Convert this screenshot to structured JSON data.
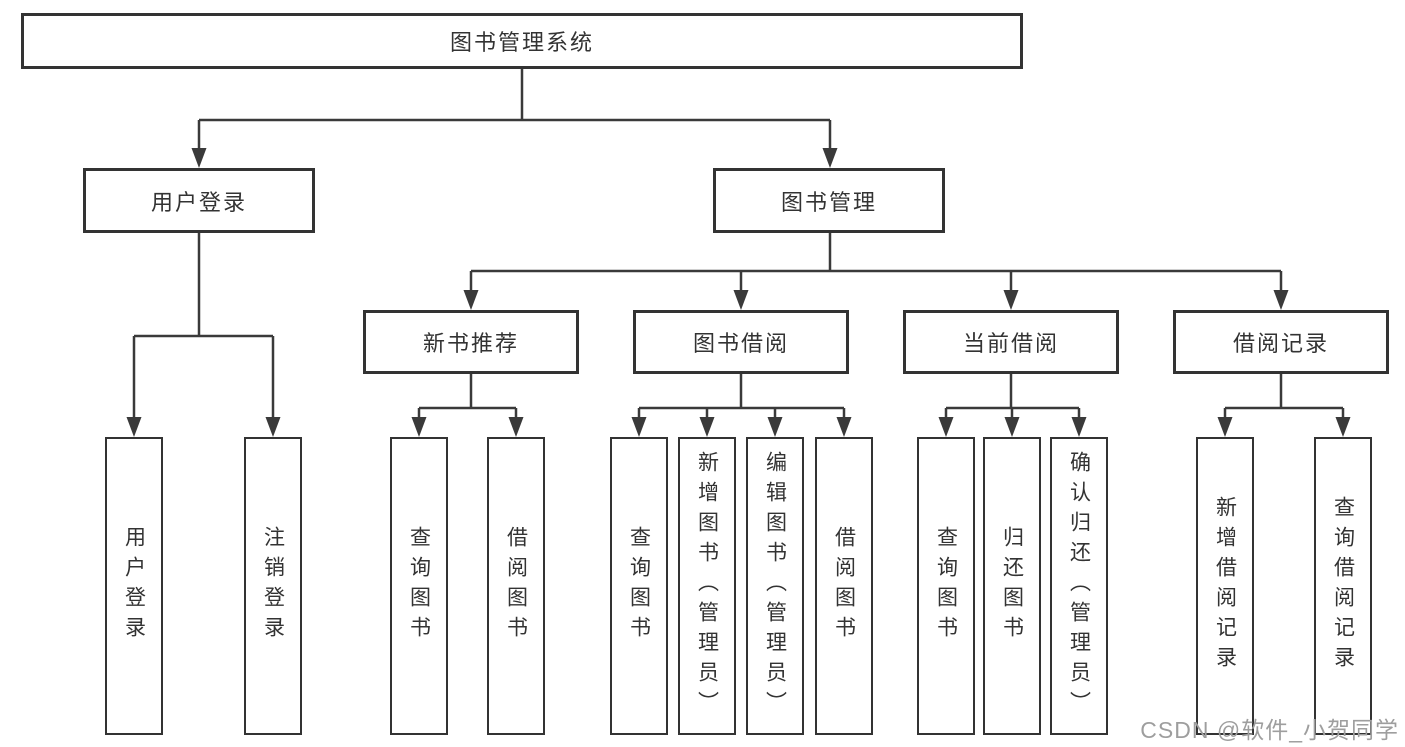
{
  "colors": {
    "background": "#ffffff",
    "line": "#3a3a3a",
    "box_border": "#333333",
    "text": "#333333",
    "watermark": "#9e9e9e"
  },
  "tree": {
    "root": "图书管理系统",
    "branches": [
      {
        "label": "用户登录",
        "leaves": [
          "用户登录",
          "注销登录"
        ]
      },
      {
        "label": "图书管理",
        "children": [
          {
            "label": "新书推荐",
            "leaves": [
              "查询图书",
              "借阅图书"
            ]
          },
          {
            "label": "图书借阅",
            "leaves": [
              "查询图书",
              "新增图书（管理员）",
              "编辑图书（管理员）",
              "借阅图书"
            ]
          },
          {
            "label": "当前借阅",
            "leaves": [
              "查询图书",
              "归还图书",
              "确认归还（管理员）"
            ]
          },
          {
            "label": "借阅记录",
            "leaves": [
              "新增借阅记录",
              "查询借阅记录"
            ]
          }
        ]
      }
    ]
  },
  "watermark": "CSDN @软件_小贺同学"
}
